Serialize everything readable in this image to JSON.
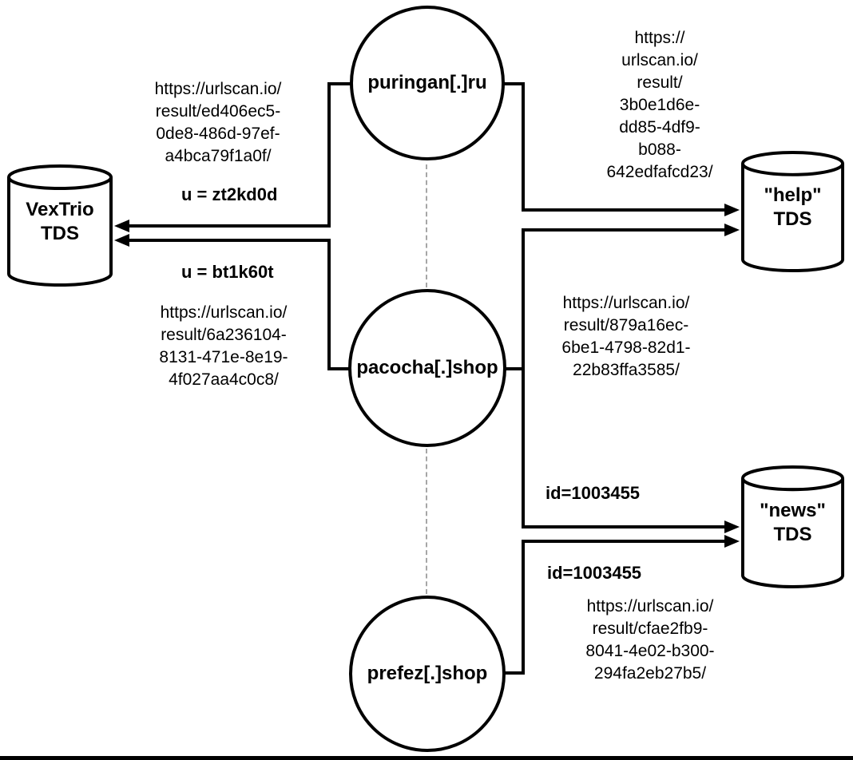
{
  "figure": {
    "background": "#ffffff",
    "line_color": "#000000",
    "dashed_line_color": "#a6a6a6"
  },
  "nodes": {
    "puringan": {
      "label": "puringan[.]ru"
    },
    "pacocha": {
      "label": "pacocha[.]shop"
    },
    "prefez": {
      "label": "prefez[.]shop"
    }
  },
  "stores": {
    "vextrio": {
      "line1": "VexTrio",
      "line2": "TDS"
    },
    "help": {
      "line1": "\"help\"",
      "line2": "TDS"
    },
    "news": {
      "line1": "\"news\"",
      "line2": "TDS"
    }
  },
  "annotations": {
    "url_puringan_to_vextrio": "https://urlscan.io/\nresult/ed406ec5-\n0de8-486d-97ef-\na4bca79f1a0f/",
    "param_puringan_to_vextrio": "u = zt2kd0d",
    "param_pacocha_to_vextrio": "u = bt1k60t",
    "url_pacocha_to_vextrio": "https://urlscan.io/\nresult/6a236104-\n8131-471e-8e19-\n4f027aa4c0c8/",
    "url_puringan_to_help": "https://\nurlscan.io/\nresult/\n3b0e1d6e-\ndd85-4df9-\nb088-\n642edfafcd23/",
    "url_pacocha_to_help": "https://urlscan.io/\nresult/879a16ec-\n6be1-4798-82d1-\n22b83ffa3585/",
    "param_pacocha_to_news": "id=1003455",
    "param_prefez_to_news": "id=1003455",
    "url_prefez_to_news": "https://urlscan.io/\nresult/cfae2fb9-\n8041-4e02-b300-\n294fa2eb27b5/"
  }
}
